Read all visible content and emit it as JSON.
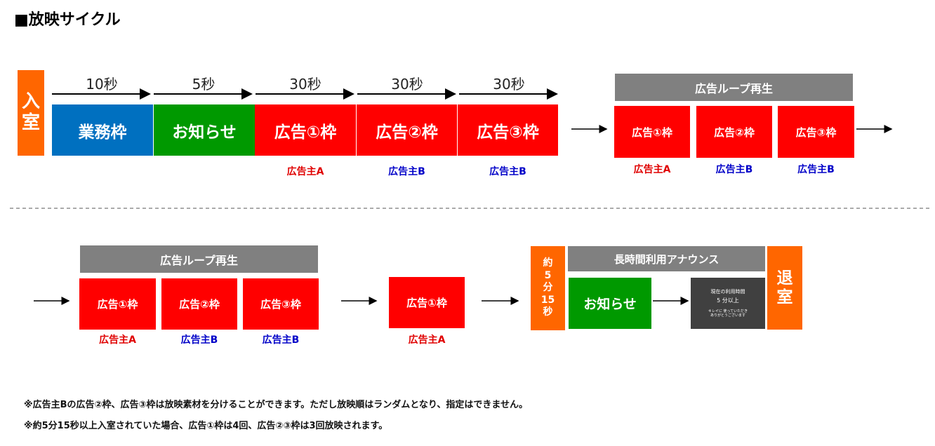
{
  "title": "■放映サイクル",
  "enter": [
    "入",
    "室"
  ],
  "exit": [
    "退",
    "室"
  ],
  "durations": [
    "10秒",
    "5秒",
    "30秒",
    "30秒",
    "30秒"
  ],
  "row1": {
    "gyomu": "業務枠",
    "oshirase": "お知らせ",
    "ad1": "広告①枠",
    "ad2": "広告②枠",
    "ad3": "広告③枠",
    "adv1": "広告主A",
    "adv2": "広告主B",
    "adv3": "広告主B",
    "loop_header": "広告ループ再生",
    "loop_ad1": "広告①枠",
    "loop_ad2": "広告②枠",
    "loop_ad3": "広告③枠",
    "loop_adv1": "広告主A",
    "loop_adv2": "広告主B",
    "loop_adv3": "広告主B"
  },
  "row2": {
    "loop_header": "広告ループ再生",
    "loop_ad1": "広告①枠",
    "loop_ad2": "広告②枠",
    "loop_ad3": "広告③枠",
    "loop_adv1": "広告主A",
    "loop_adv2": "広告主B",
    "loop_adv3": "広告主B",
    "single_ad": "広告①枠",
    "single_adv": "広告主A",
    "time_label": [
      "約",
      "5",
      "分",
      "15",
      "秒"
    ],
    "announce_header": "長時間利用アナウンス",
    "oshirase": "お知らせ",
    "screen": {
      "line1": "現在の利用時間",
      "line2": "5 分以上",
      "line3": "キレイに 使っていただき",
      "line4": "ありがとうございます"
    }
  },
  "notes": [
    "※広告主Bの広告②枠、広告③枠は放映素材を分けることができます。ただし放映順はランダムとなり、指定はできません。",
    "※約5分15秒以上入室されていた場合、広告①枠は4回、広告②③枠は3回放映されます。"
  ]
}
